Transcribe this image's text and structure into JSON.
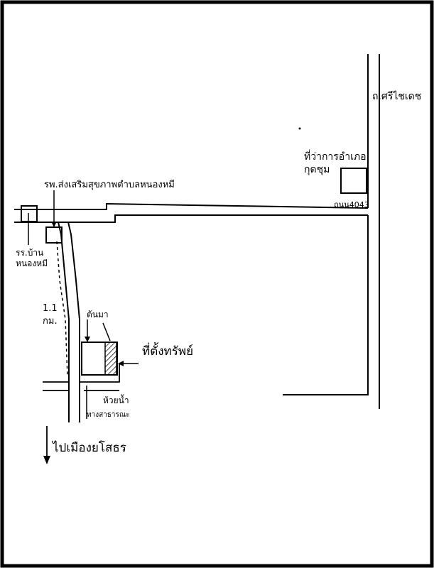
{
  "map": {
    "labels": {
      "main_road": "ถ.ศรีไชเดช",
      "district_office": "ที่ว่าการอำเภอ กุดชุม",
      "health_hospital": "รพ.ส่งเสริมสุขภาพตำบลหนองหมี",
      "school": "รร.บ้าน หนองหมี",
      "distance": "1.1 กม.",
      "tree": "ต้นมา",
      "property": "ที่ตั้งทรัพย์",
      "canal": "ห้วยน้ำ",
      "footpath": "ทางสาธารณะ",
      "to_city": "ไปเมืองยโสธร",
      "road_number": "ถนน4043"
    }
  }
}
